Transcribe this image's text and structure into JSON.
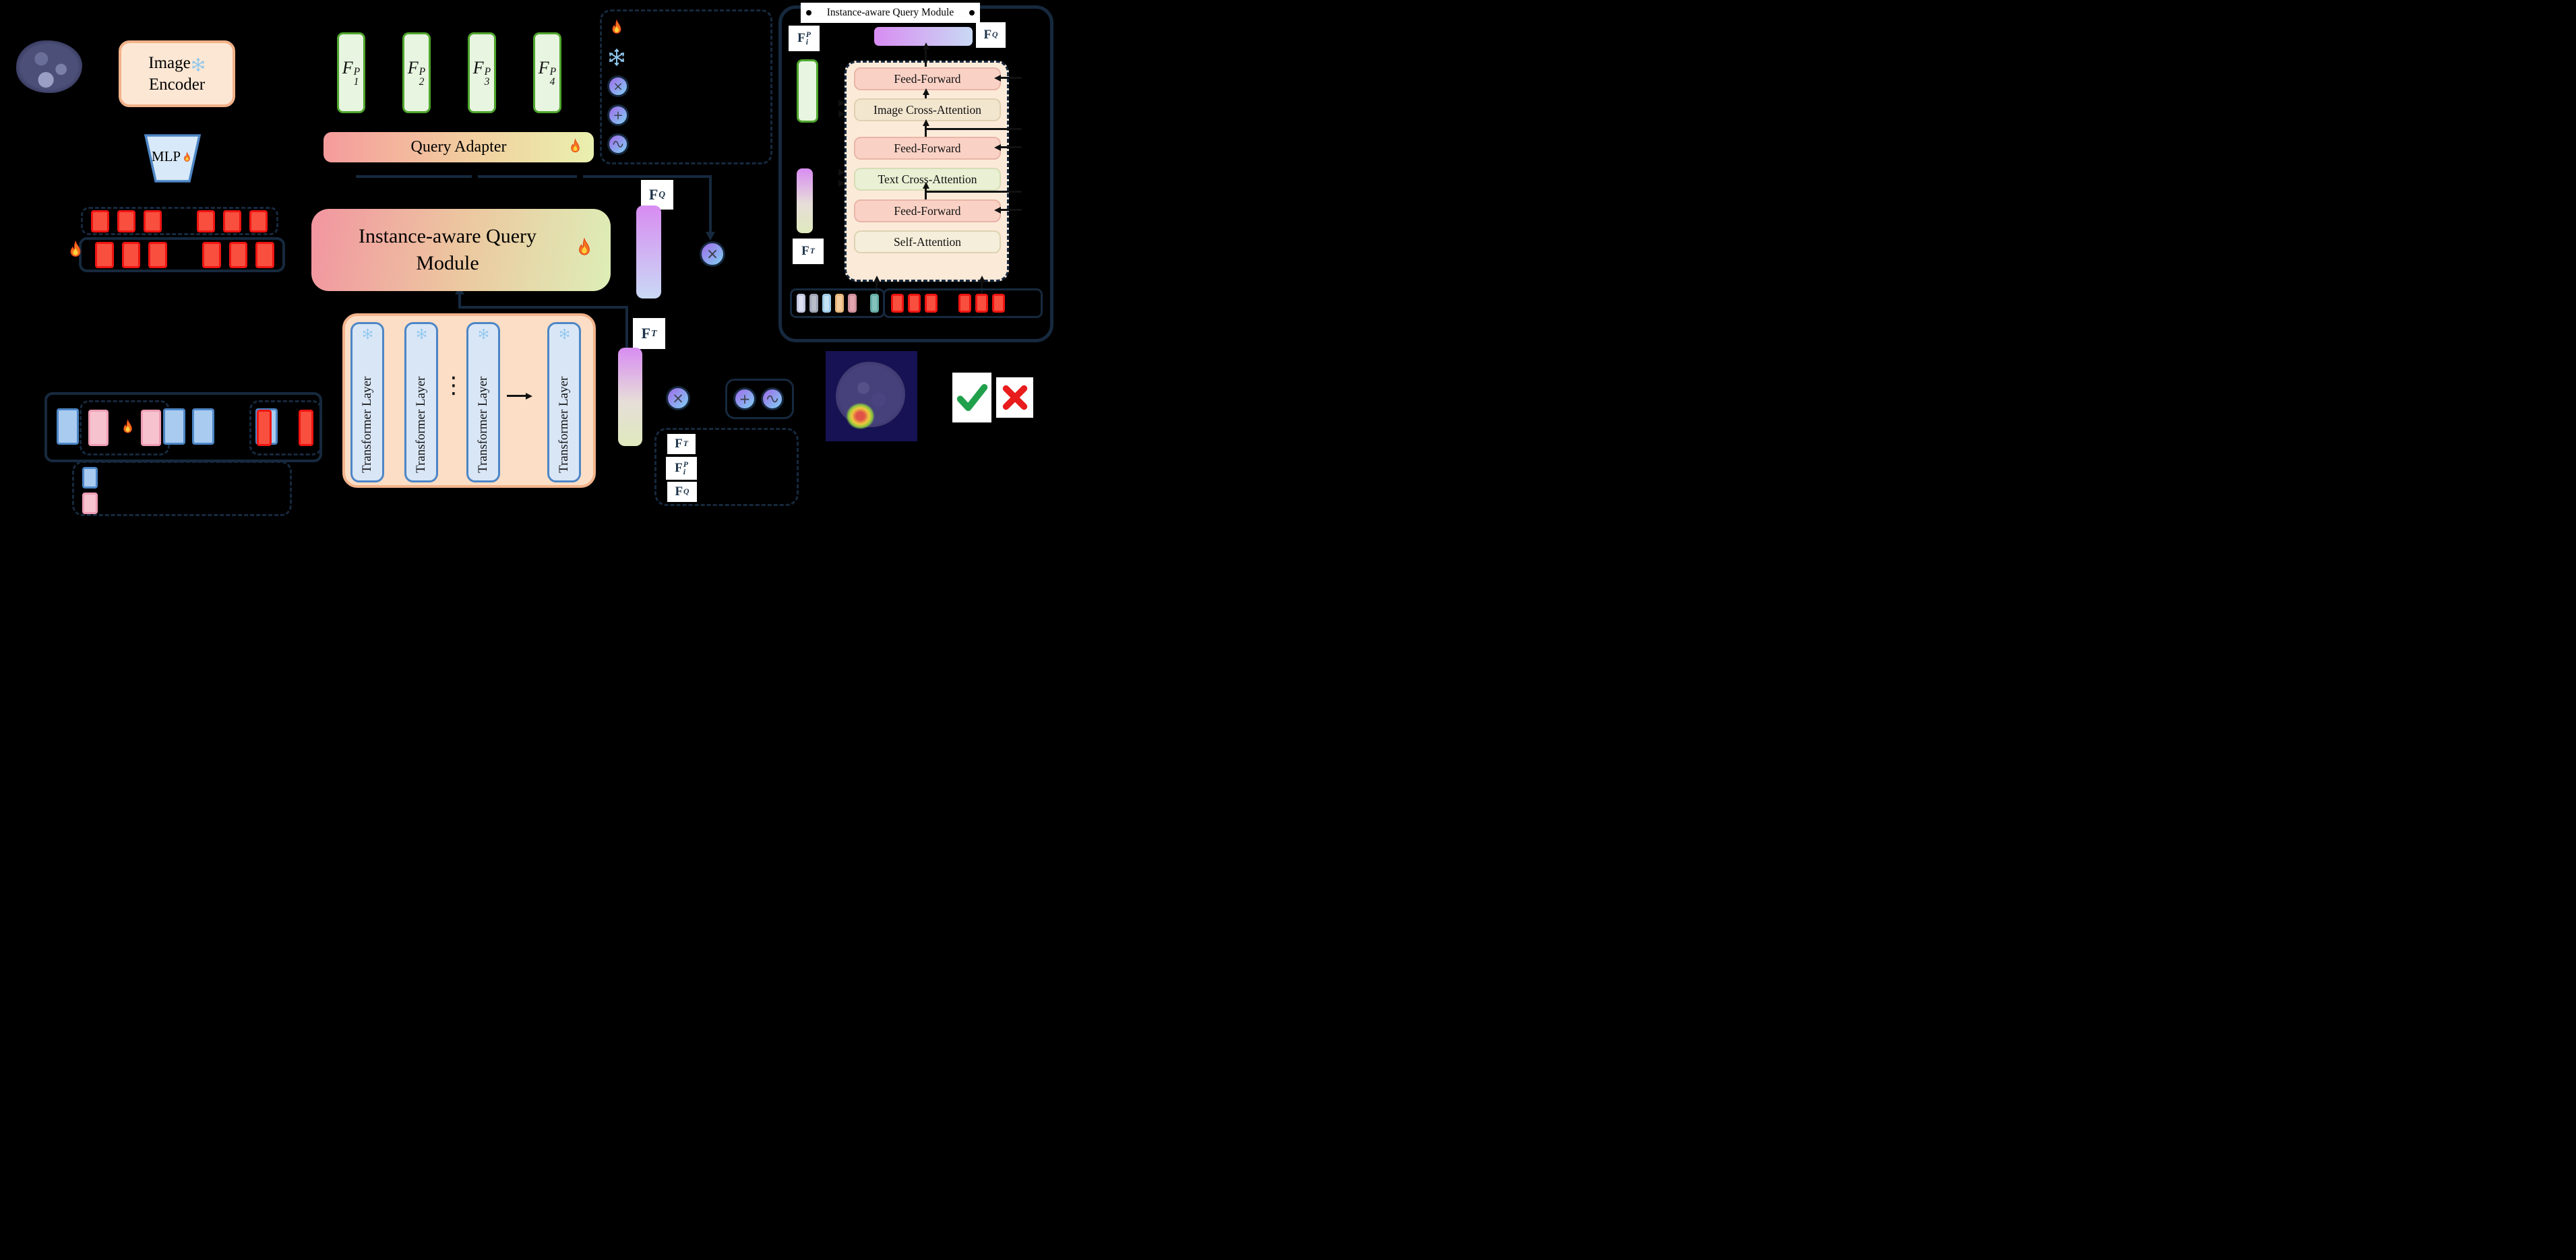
{
  "palette": {
    "bg": "#000000",
    "navy": "#16293e",
    "red_fill": "#f84f3f",
    "red_border": "#ee1411",
    "blue_fill": "#a9cbf0",
    "blue_border": "#4d86c6",
    "pink_fill": "#f6c2ce",
    "pink_border": "#ee9db4",
    "lavender_fill": "#dee1f2",
    "lavender_border": "#c3c8e0",
    "gray_fill": "#b9bdca",
    "gray_border": "#9fa5b5",
    "skyblue_fill": "#c3e2f4",
    "skyblue_border": "#9fcde8",
    "orange_fill": "#f6cd9d",
    "orange_border": "#e8b87e",
    "dustypink_fill": "#e2a6b0",
    "dustypink_border": "#cf8f9b",
    "teal_fill": "#84c2bc",
    "teal_border": "#66aca5",
    "encoder_fill": "#fce7d4",
    "encoder_border": "#f2b189",
    "mlp_fill": "#d8e9f9",
    "mlp_border": "#4d86c6",
    "green_fill": "#e8f5e0",
    "green_border": "#4fa62e",
    "qa_grad_left": "#f59b9b",
    "qa_grad_mid": "#f2cf9f",
    "qa_grad_right": "#e9f0ae",
    "module_grad_left": "#f295a0",
    "module_grad_mid": "#ecc9a0",
    "module_grad_right": "#ddeeb6",
    "tf_box_fill": "#fcdec6",
    "tf_box_border": "#f2b38b",
    "tf_layer_fill": "#d9e6f6",
    "tf_layer_border": "#4d86c6",
    "bar_purple": "#d88cf2",
    "bar_blue": "#c9d9f4",
    "bar_green": "#dfe9bd",
    "stack_fill": "#fcead9",
    "ff_fill": "#fad2c5",
    "ff_border": "#e8b5a8",
    "ica_fill": "#f3e6cf",
    "ica_border": "#ded0b0",
    "tca_fill": "#eaf0d4",
    "tca_border": "#d5ddb5",
    "sa_fill": "#f5eeda",
    "sa_border": "#ddd3b2",
    "node_grad_a": "#a06bea",
    "node_grad_b": "#7fd0f2",
    "heatmap_bg": "#161253",
    "check_green": "#21a04c",
    "cross_red": "#e81c1c"
  },
  "left_column": {
    "image_encoder_line1": "Image",
    "image_encoder_line2": "Encoder",
    "mlp_label": "MLP"
  },
  "center": {
    "pyramid_features": [
      {
        "base": "F",
        "sup": "P",
        "sub": "1",
        "style": "italic"
      },
      {
        "base": "F",
        "sup": "P",
        "sub": "2",
        "style": "italic"
      },
      {
        "base": "F",
        "sup": "P",
        "sub": "3",
        "style": "italic"
      },
      {
        "base": "F",
        "sup": "P",
        "sub": "4",
        "style": "italic"
      }
    ],
    "query_adapter_label": "Query Adapter",
    "module_title_line1": "Instance-aware Query",
    "module_title_line2": "Module",
    "transformer_layers": [
      "Transformer Layer",
      "Transformer Layer",
      "Transformer Layer",
      "Transformer Layer"
    ],
    "layers_ellipsis": "⋮",
    "layers_arrow": "→"
  },
  "math_labels": {
    "fq": {
      "base": "F",
      "sup": "Q",
      "style": "bold"
    },
    "ft": {
      "base": "F",
      "sup": "T",
      "style": "bold"
    },
    "fip": {
      "base": "F",
      "sup": "P",
      "sub": "i",
      "style": "bold"
    }
  },
  "operators": {
    "multiply": "×",
    "add": "+"
  },
  "legend": {
    "items": [
      "flame",
      "snowflake",
      "multiply",
      "add",
      "wave"
    ]
  },
  "right_panel": {
    "title": "Instance-aware Query Module",
    "blocks": [
      "Feed-Forward",
      "Image Cross-Attention",
      "Feed-Forward",
      "Text Cross-Attention",
      "Feed-Forward",
      "Self-Attention"
    ],
    "token_row_left": [
      "lavender",
      "gray",
      "skyblue",
      "orange",
      "dustypink",
      "gap",
      "teal"
    ],
    "token_row_right": [
      "red",
      "red",
      "red",
      "gap",
      "red",
      "red",
      "red"
    ]
  },
  "token_rows": {
    "queries_dashed": [
      "red",
      "red",
      "red",
      "gap",
      "red",
      "red",
      "red"
    ],
    "queries_solid": [
      "red",
      "red",
      "red",
      "gap",
      "red",
      "red",
      "red"
    ],
    "bottom_pre": [
      "blue"
    ],
    "bottom_pink_group": [
      "pink",
      "flame",
      "pink"
    ],
    "bottom_mid": [
      "blue",
      "blue",
      "gap",
      "blue"
    ],
    "bottom_red_group": [
      "red",
      "gap",
      "red"
    ],
    "legend_tokens": [
      "blue",
      "pink",
      "red"
    ]
  }
}
